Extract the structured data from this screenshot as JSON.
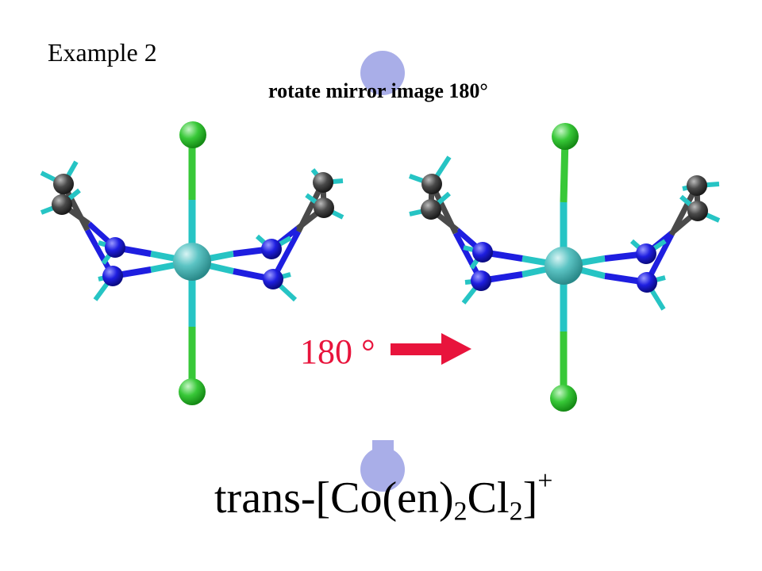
{
  "slide": {
    "example_label": "Example 2",
    "caption": "rotate mirror image 180°",
    "angle_label": "180 °",
    "formula": {
      "prefix": "trans-[Co(en)",
      "sub1": "2",
      "middle": "Cl",
      "sub2": "2",
      "suffix": "]",
      "sup": "+"
    }
  },
  "colors": {
    "cobalt": "#5cc4c4",
    "nitrogen": "#1e1ee0",
    "carbon": "#4a4a4a",
    "chlorine": "#38c838",
    "hydrogen": "#26c4c4",
    "arrow": "#e8143c",
    "pivot": "#a9aee8",
    "angle_text": "#e8143c"
  },
  "icons": {
    "arrow": "right-arrow-icon",
    "rotation_axis": "rotation-axis-icon"
  }
}
